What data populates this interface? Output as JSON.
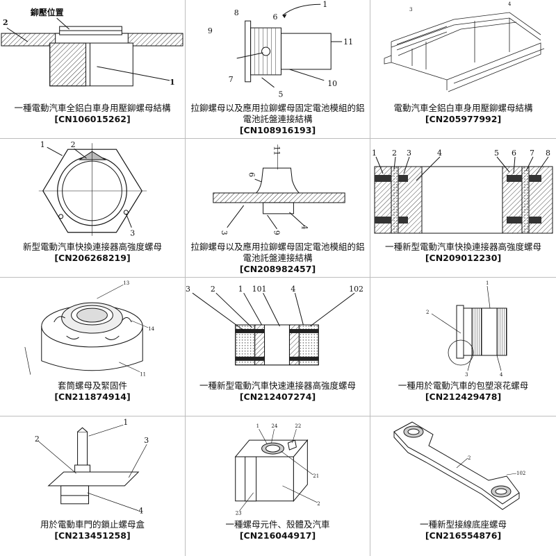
{
  "patents": [
    {
      "title": "一種電動汽車全鋁白車身用壓鉚螺母結構",
      "number": "[CN106015262]",
      "fig_text": "鉚壓位置"
    },
    {
      "title": "拉鉚螺母以及應用拉鉚螺母固定電池模組的鋁電池託盤連接結構",
      "number": "[CN108916193]"
    },
    {
      "title": "電動汽車全鋁白車身用壓鉚螺母結構",
      "number": "[CN205977992]"
    },
    {
      "title": "新型電動汽車快換連接器高強度螺母",
      "number": "[CN206268219]"
    },
    {
      "title": "拉鉚螺母以及應用拉鉚螺母固定電池模組的鋁電池託盤連接結構",
      "number": "[CN208982457]"
    },
    {
      "title": "一種新型電動汽車快換連接器高強度螺母",
      "number": "[CN209012230]"
    },
    {
      "title": "套筒螺母及緊固件",
      "number": "[CN211874914]"
    },
    {
      "title": "一種新型電動汽車快速連接器高強度螺母",
      "number": "[CN212407274]"
    },
    {
      "title": "一種用於電動汽車的包塑滾花螺母",
      "number": "[CN212429478]"
    },
    {
      "title": "用於電動車門的鎖止螺母盒",
      "number": "[CN213451258]"
    },
    {
      "title": "一種螺母元件、殼體及汽車",
      "number": "[CN216044917]"
    },
    {
      "title": "一種新型接線底座螺母",
      "number": "[CN216554876]"
    }
  ]
}
